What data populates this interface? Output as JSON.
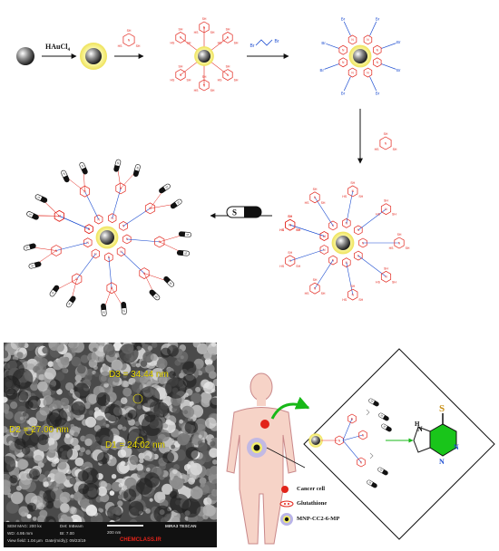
{
  "reaction": {
    "reagent_1": "HAuCl",
    "reagent_1_sub": "4",
    "step_icon": "magnetic-nanoparticle-icon"
  },
  "sem": {
    "d1": "D1 = 24.02 nm",
    "d2": "D2 = 27.00 nm",
    "d3": "D3 = 34.44 nm",
    "footer": {
      "sem_mag": "SEM MAG: 200 kx",
      "det": "Det: InBeam",
      "wd": "WD: 4.95 mm",
      "bi": "BI: 7.00",
      "view_field": "View field: 1.04 μm",
      "date": "Date(m/d/y): 09/23/19",
      "scale": "200 nm",
      "instrument": "MIRA3 TESCAN",
      "watermark": "CHEMCLASS.IR"
    }
  },
  "legend": {
    "cancer_cell": "Cancer cell",
    "glutathione": "Glutathione",
    "mnp": "MNP-CC2-6-MP"
  },
  "colors": {
    "triazine": "#e2231a",
    "linker": "#1f4fd1",
    "gold_shell": "#f3ee6a",
    "core": "#4a4a4a",
    "purine_green": "#19c51a",
    "arrow_green": "#18b818",
    "sem_text": "#f2e20a"
  }
}
